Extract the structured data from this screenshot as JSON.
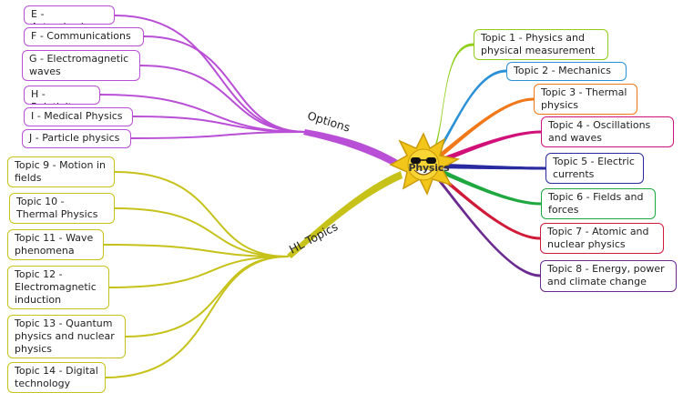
{
  "center": {
    "label": "Physics"
  },
  "branches": {
    "options": "Options",
    "hl": "HL Topics"
  },
  "options": [
    "E - Astrophysics",
    "F - Communications",
    "G - Electromagnetic waves",
    "H - Relativity",
    "I - Medical Physics",
    "J - Particle physics"
  ],
  "hl_topics": [
    "Topic 9 - Motion in fields",
    "Topic 10 - Thermal Physics",
    "Topic 11 - Wave phenomena",
    "Topic 12 - Electromagnetic induction",
    "Topic 13 - Quantum physics and nuclear physics",
    "Topic 14 - Digital technology"
  ],
  "core_topics": [
    "Topic 1 - Physics and physical measurement",
    "Topic 2 - Mechanics",
    "Topic 3 - Thermal physics",
    "Topic 4 - Oscillations and waves",
    "Topic 5 - Electric currents",
    "Topic 6 - Fields and forces",
    "Topic 7 - Atomic and nuclear physics",
    "Topic 8 - Energy, power and climate change"
  ],
  "colors": {
    "options": "#b94fd6",
    "hl": "#c6c21a",
    "core": [
      "#8fcf1a",
      "#2a90d8",
      "#f07818",
      "#d0117a",
      "#2a2aa0",
      "#20a840",
      "#d01a3a",
      "#6a2a90"
    ],
    "sun": "#f2c61a"
  }
}
